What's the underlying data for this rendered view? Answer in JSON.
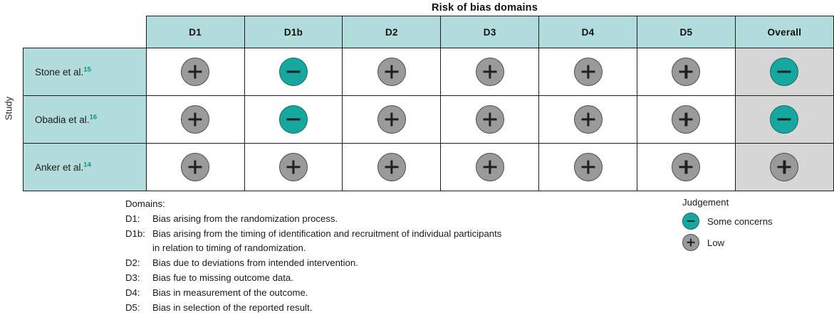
{
  "chart_data": {
    "type": "table",
    "title": "Risk of bias domains",
    "ylabel": "Study",
    "categories": [
      "D1",
      "D1b",
      "D2",
      "D3",
      "D4",
      "D5",
      "Overall"
    ],
    "rows": [
      {
        "study": "Stone et al.",
        "reference": "15",
        "values": [
          "Low",
          "Some concerns",
          "Low",
          "Low",
          "Low",
          "Low",
          "Some concerns"
        ]
      },
      {
        "study": "Obadia et al.",
        "reference": "16",
        "values": [
          "Low",
          "Some concerns",
          "Low",
          "Low",
          "Low",
          "Low",
          "Some concerns"
        ]
      },
      {
        "study": "Anker et al.",
        "reference": "14",
        "values": [
          "Low",
          "Low",
          "Low",
          "Low",
          "Low",
          "Low",
          "Low"
        ]
      }
    ],
    "legend_position": "bottom-right",
    "colors": {
      "header_teal": "#b2dcdc",
      "some_concerns": "#16a79e",
      "low": "#9a9a9a",
      "overall_column": "#d6d6d6",
      "reference_superscript": "#0e8f89"
    }
  },
  "title": "Risk of bias domains",
  "axis": {
    "study_label": "Study"
  },
  "header": {
    "columns": [
      "D1",
      "D1b",
      "D2",
      "D3",
      "D4",
      "D5",
      "Overall"
    ]
  },
  "rows": [
    {
      "study": "Stone et al.",
      "reference": "15"
    },
    {
      "study": "Obadia et al.",
      "reference": "16"
    },
    {
      "study": "Anker et al.",
      "reference": "14"
    }
  ],
  "domains_legend": {
    "heading": "Domains:",
    "items": [
      {
        "key": "D1:",
        "text": "Bias arising from the randomization process."
      },
      {
        "key": "D1b:",
        "text": "Bias arising from the timing of identification and recruitment of individual participants",
        "continuation": "in relation to timing of randomization."
      },
      {
        "key": "D2:",
        "text": "Bias due to deviations from intended intervention."
      },
      {
        "key": "D3:",
        "text": "Bias fue to missing outcome data."
      },
      {
        "key": "D4:",
        "text": "Bias in measurement of the outcome."
      },
      {
        "key": "D5:",
        "text": "Bias in selection of the reported result."
      }
    ]
  },
  "judgement_legend": {
    "heading": "Judgement",
    "items": [
      {
        "label": "Some concerns",
        "type": "some"
      },
      {
        "label": "Low",
        "type": "low"
      }
    ]
  }
}
